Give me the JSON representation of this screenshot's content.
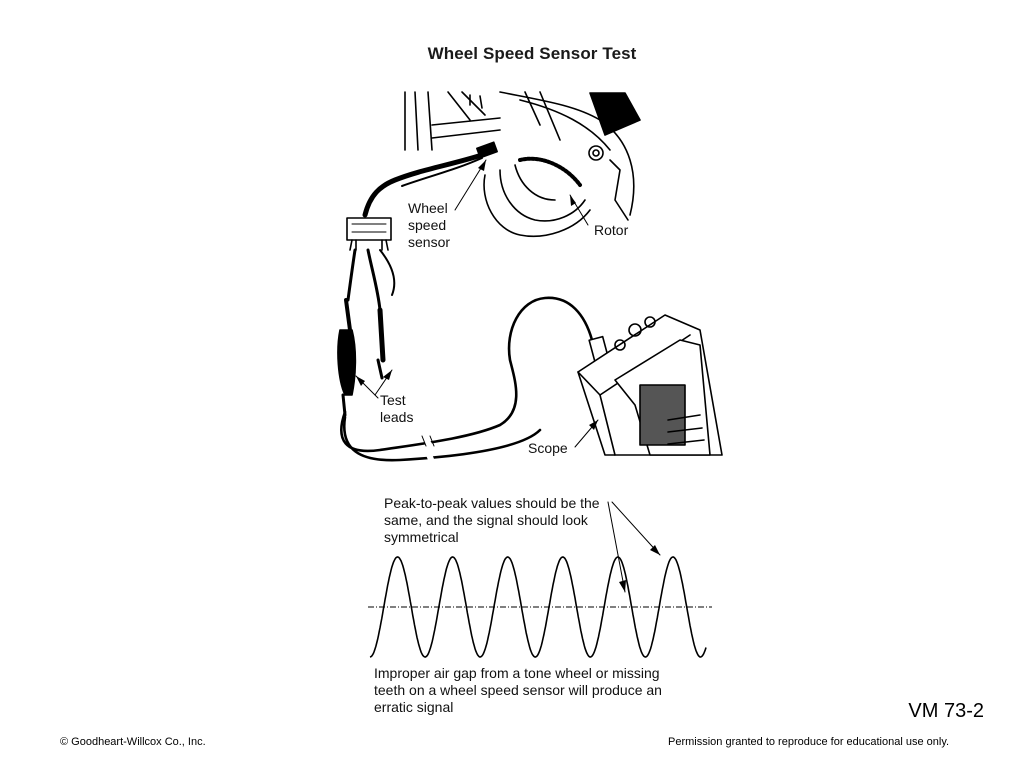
{
  "title": "Wheel Speed Sensor Test",
  "labels": {
    "wheel_speed_sensor": [
      "Wheel",
      "speed",
      "sensor"
    ],
    "rotor": "Rotor",
    "test_leads": [
      "Test",
      "leads"
    ],
    "scope": "Scope"
  },
  "captions": {
    "peak_to_peak": [
      "Peak-to-peak values should be the",
      "same, and the signal should look",
      "symmetrical"
    ],
    "air_gap": [
      "Improper air gap from a tone wheel or missing",
      "teeth on a wheel speed sensor will produce an",
      "erratic signal"
    ]
  },
  "footer": {
    "copyright": "© Goodheart-Willcox Co., Inc.",
    "permission": "Permission granted to reproduce for educational use only."
  },
  "slide_id": "VM 73-2",
  "colors": {
    "ink": "#000000",
    "background": "#ffffff"
  }
}
